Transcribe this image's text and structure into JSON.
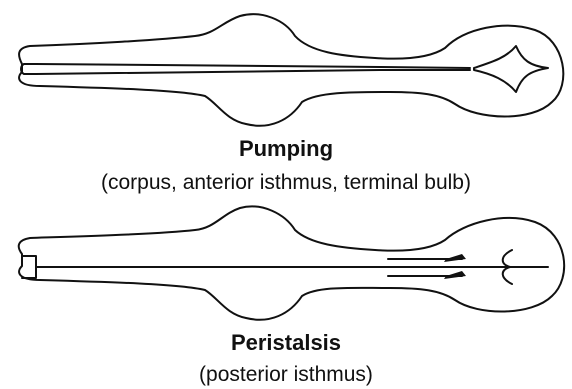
{
  "panels": [
    {
      "title": "Pumping",
      "subtitle": "(corpus, anterior isthmus, terminal bulb)"
    },
    {
      "title": "Peristalsis",
      "subtitle": "(posterior isthmus)"
    }
  ],
  "colors": {
    "stroke": "#111111",
    "background": "#ffffff"
  }
}
